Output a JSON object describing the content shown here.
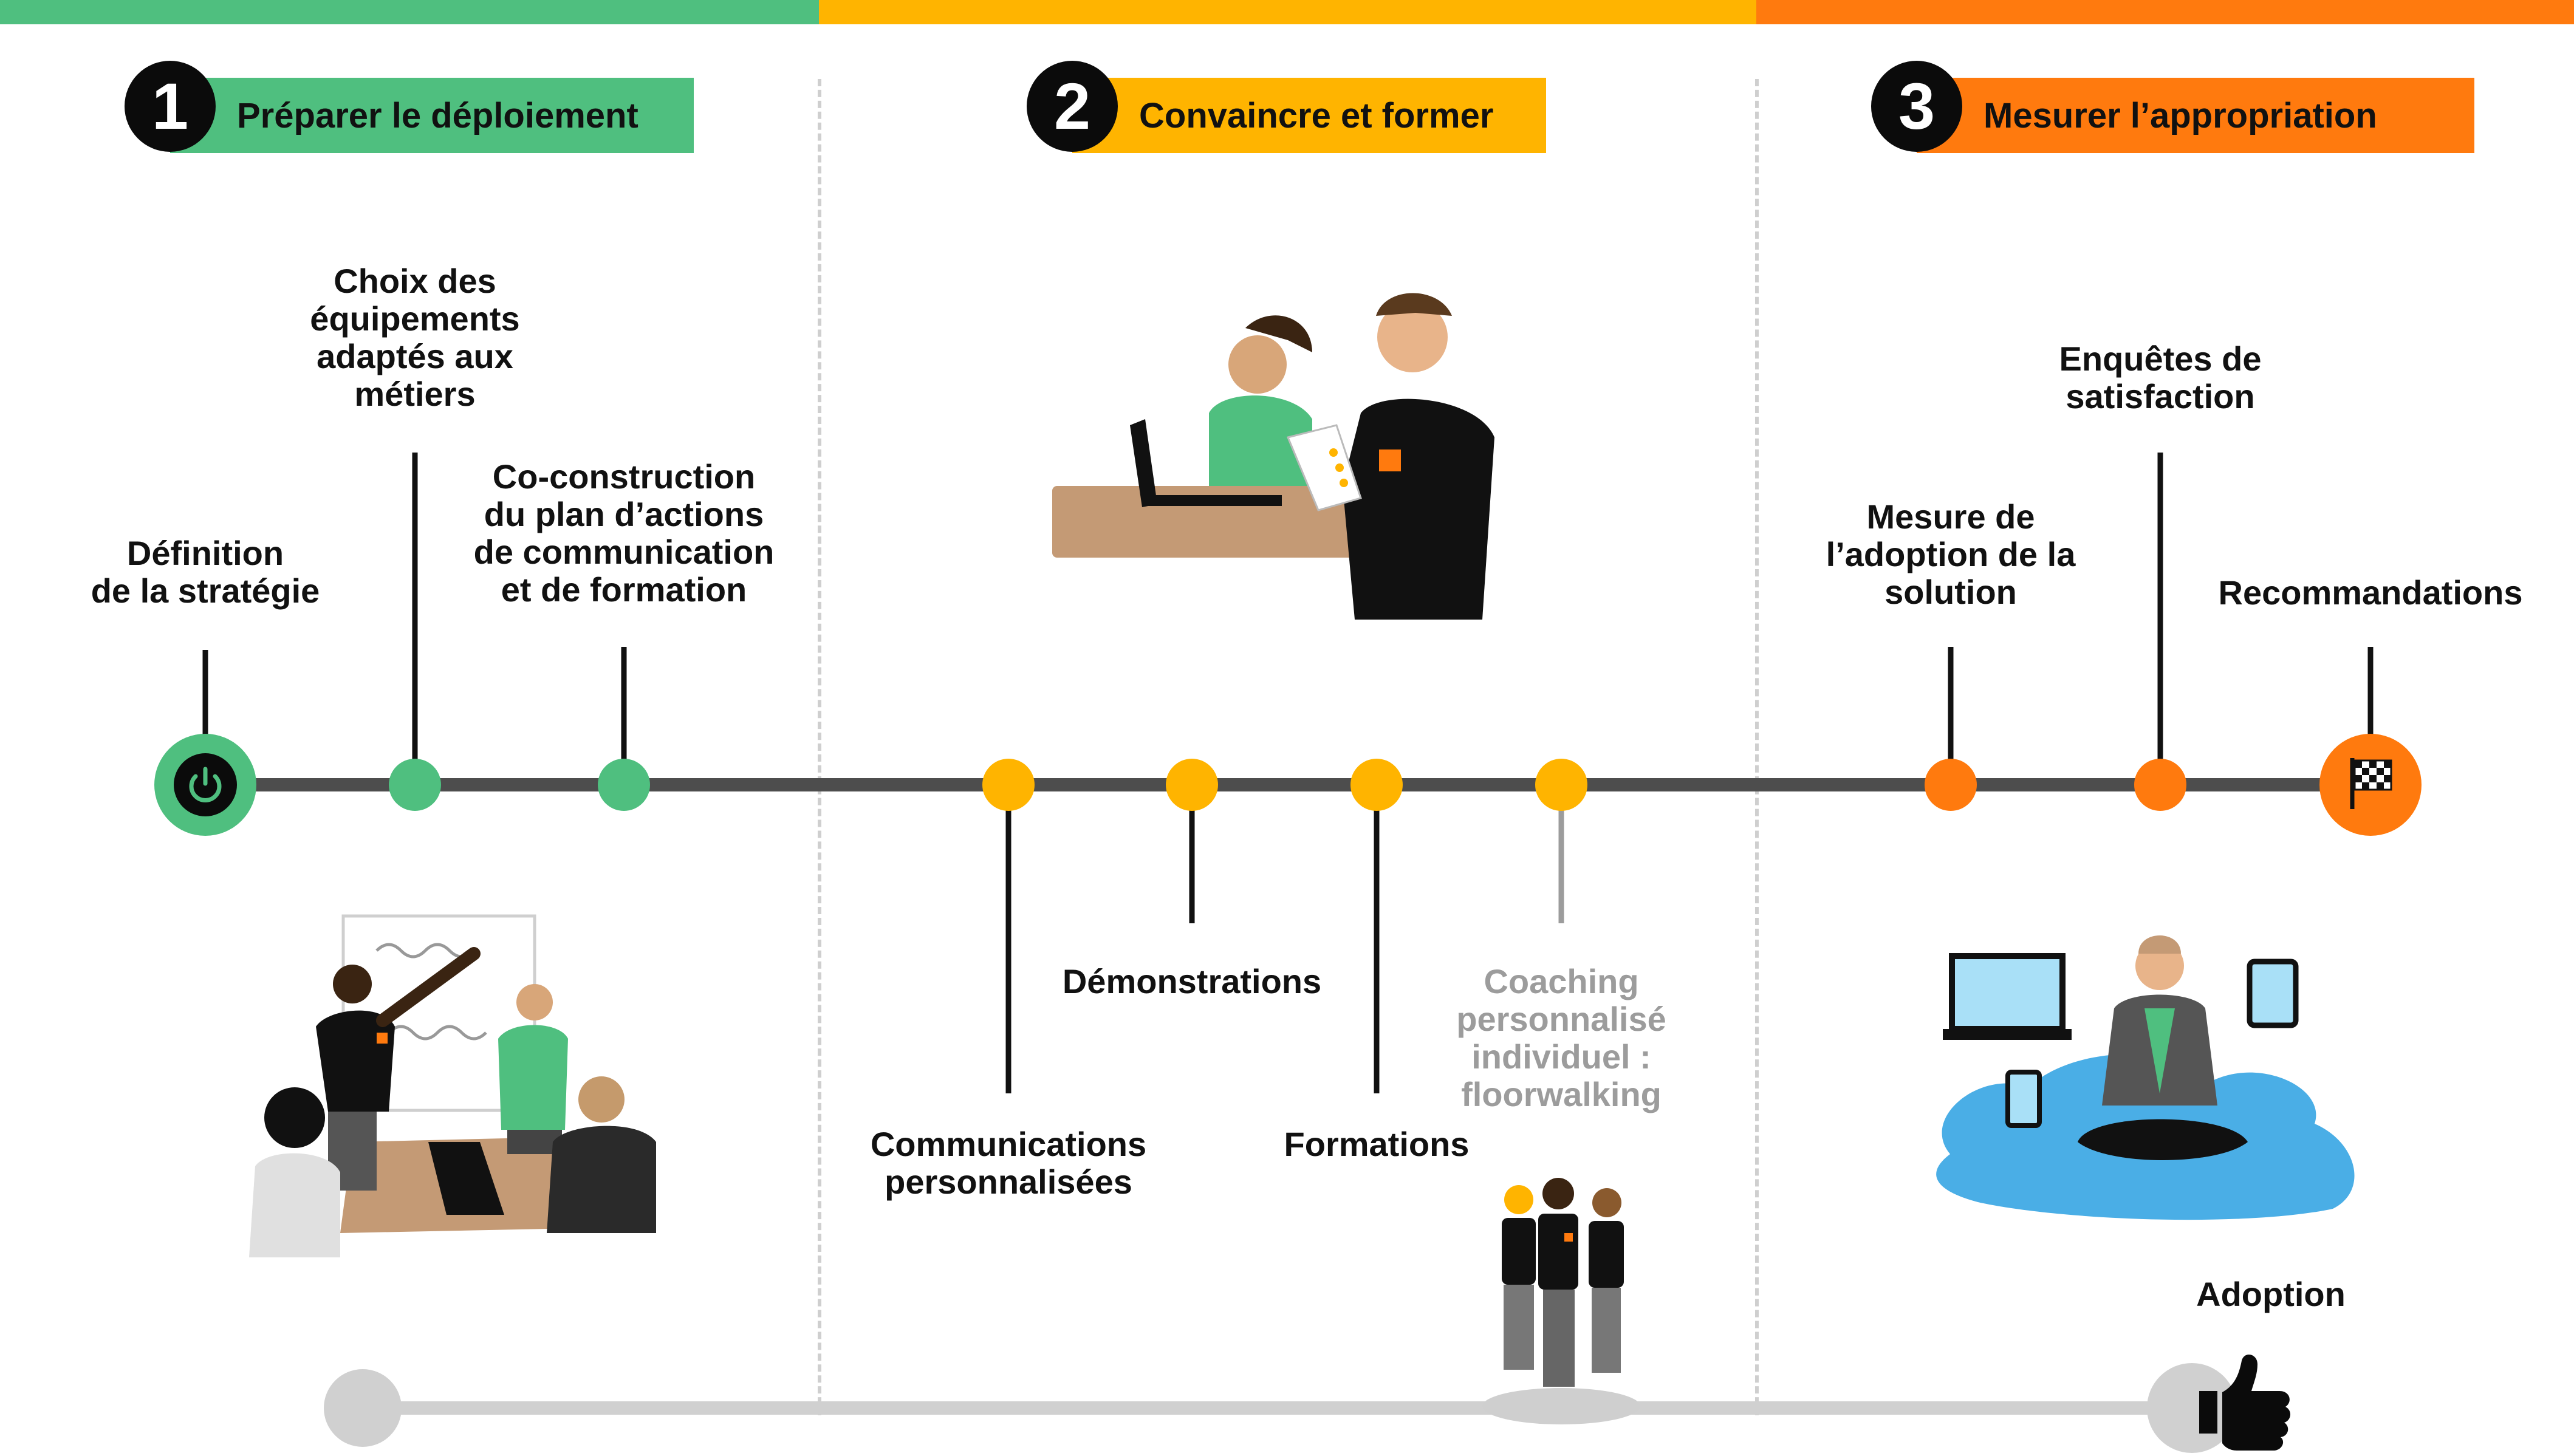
{
  "colors": {
    "green": "#4fbf7f",
    "yellow": "#ffb400",
    "orange": "#ff7a0e",
    "dark": "#4d4d4d",
    "grey": "#d0d0d0",
    "text_grey": "#9c9c9c"
  },
  "phases": [
    {
      "number": "1",
      "title": "Préparer le déploiement",
      "color": "#4fbf7f"
    },
    {
      "number": "2",
      "title": "Convaincre et former",
      "color": "#ffb400"
    },
    {
      "number": "3",
      "title": "Mesurer l’appropriation",
      "color": "#ff7a0e"
    }
  ],
  "milestones": [
    {
      "text": "Définition\nde la stratégie",
      "side": "top",
      "color": "#4fbf7f",
      "kind": "start",
      "icon": "power-icon"
    },
    {
      "text": "Choix des\néquipements\nadaptés aux\nmétiers",
      "side": "top",
      "color": "#4fbf7f",
      "kind": "dot"
    },
    {
      "text": "Co-construction\ndu plan d’actions\nde communication\net de formation",
      "side": "top",
      "color": "#4fbf7f",
      "kind": "dot"
    },
    {
      "text": "Communications\npersonnalisées",
      "side": "bottom",
      "color": "#ffb400",
      "kind": "dot"
    },
    {
      "text": "Démonstrations",
      "side": "bottom",
      "color": "#ffb400",
      "kind": "dot"
    },
    {
      "text": "Formations",
      "side": "bottom",
      "color": "#ffb400",
      "kind": "dot"
    },
    {
      "text": "Coaching\npersonnalisé\nindividuel :\nfloorwalking",
      "side": "bottom",
      "color": "#ffb400",
      "kind": "dot",
      "muted": true
    },
    {
      "text": "Mesure de\nl’adoption de la\nsolution",
      "side": "top",
      "color": "#ff7a0e",
      "kind": "dot"
    },
    {
      "text": "Enquêtes de\nsatisfaction",
      "side": "top",
      "color": "#ff7a0e",
      "kind": "dot"
    },
    {
      "text": "Recommandations",
      "side": "top",
      "color": "#ff7a0e",
      "kind": "end",
      "icon": "checkered-flag-icon"
    }
  ],
  "adoption": {
    "label": "Adoption",
    "icon": "thumbs-up-icon"
  },
  "illustrations": [
    {
      "name": "team-meeting-illustration"
    },
    {
      "name": "training-laptop-illustration"
    },
    {
      "name": "floorwalking-team-illustration"
    },
    {
      "name": "meditation-devices-illustration"
    }
  ]
}
